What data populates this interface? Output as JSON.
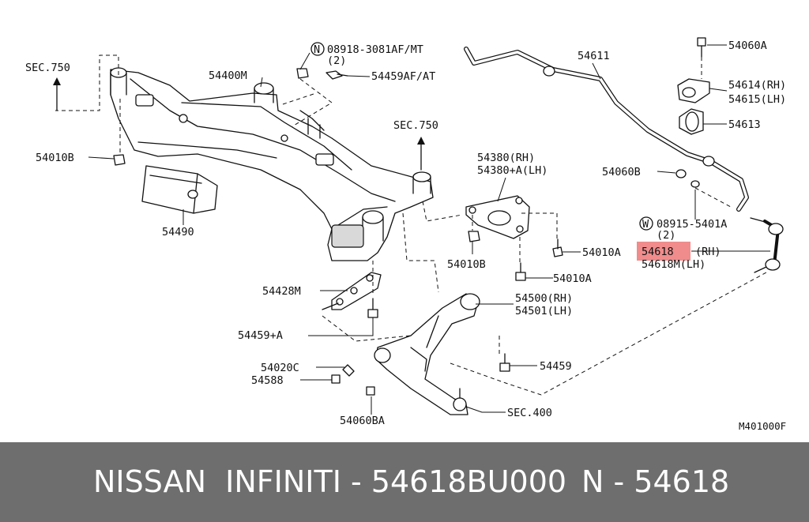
{
  "diagram": {
    "labels": {
      "sec750_left": "SEC.750",
      "p54400M": "54400M",
      "n08918": "08918-3081AF/MT",
      "n08918_qty": "(2)",
      "p54459AF": "54459AF/AT",
      "p54611": "54611",
      "p54060A": "54060A",
      "p54614": "54614(RH)",
      "p54615": "54615(LH)",
      "p54613": "54613",
      "sec750_mid": "SEC.750",
      "p54010B_top": "54010B",
      "p54490": "54490",
      "p54380": "54380(RH)",
      "p54380A": "54380+A(LH)",
      "p54060B": "54060B",
      "w08915": "08915-5401A",
      "w08915_qty": "(2)",
      "p54010A_1": "54010A",
      "p54010B_mid": "54010B",
      "p54618": "54618",
      "p54618_rh": "(RH)",
      "p54618M": "54618M(LH)",
      "p54010A_2": "54010A",
      "p54428M": "54428M",
      "p54500": "54500(RH)",
      "p54501": "54501(LH)",
      "p54459A": "54459+A",
      "p54459": "54459",
      "p54020C": "54020C",
      "p54588": "54588",
      "sec400": "SEC.400",
      "p54060BA": "54060BA",
      "fig_code": "M401000F",
      "n_mark": "N",
      "w_mark": "W"
    },
    "highlight_color": "#f08c8c"
  },
  "footer": {
    "left_text": "NISSAN  INFINITI - 54618BU000",
    "right_text": "N - 54618"
  }
}
